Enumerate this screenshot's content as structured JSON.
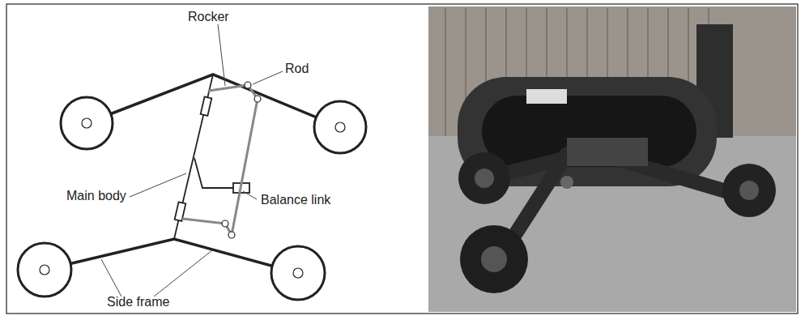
{
  "diagram": {
    "labels": [
      "Rocker",
      "Rod",
      "Main body",
      "Balance link",
      "Side frame"
    ]
  }
}
